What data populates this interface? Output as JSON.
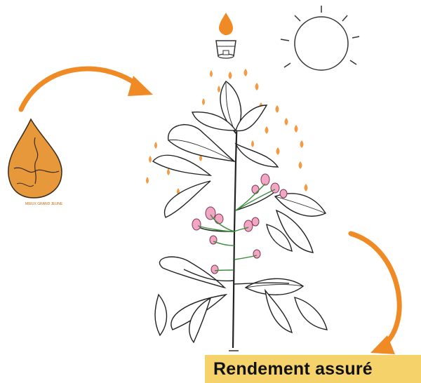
{
  "caption": {
    "text": "Rendement assuré"
  },
  "drop_logo": {
    "text": "MIEUX GRAND JEUNE"
  },
  "colors": {
    "accent": "#f08a24",
    "drop_fill": "#e7983a",
    "banner": "#f5d36a",
    "line": "#222222",
    "flower": "#f2a6c4"
  },
  "icons": [
    "sun-icon",
    "nozzle-icon",
    "liquid-drop-icon",
    "orange-drop-icon",
    "plant-illustration",
    "flowers"
  ]
}
